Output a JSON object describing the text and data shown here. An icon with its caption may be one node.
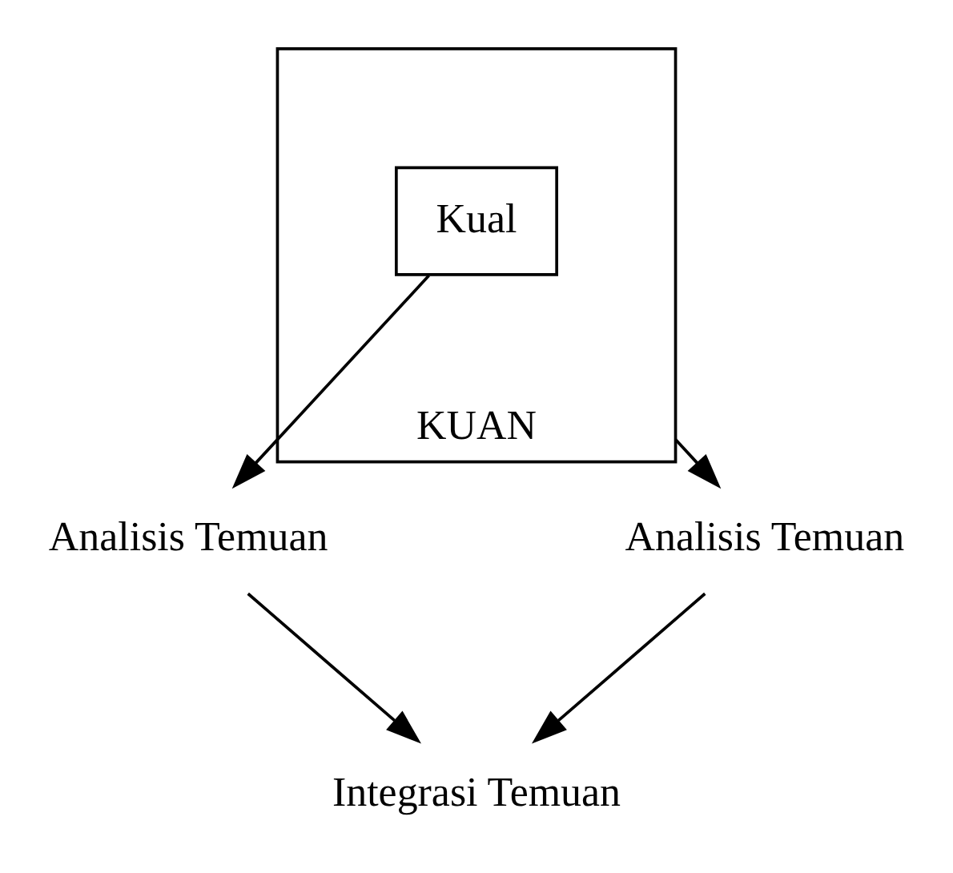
{
  "diagram": {
    "nodes": [
      {
        "text": [
          "KUAN"
        ]
      },
      {
        "text": [
          "Kual"
        ],
        "in": 0
      },
      {
        "text": [
          "Analisis Temuan"
        ]
      },
      {
        "text": [
          "Analisis Temuan"
        ]
      },
      {
        "text": [
          "Integrasi Temuan"
        ]
      }
    ],
    "edges": [
      {
        "from": 1,
        "to": 2,
        "arrow": "to"
      },
      {
        "from": 0,
        "to": 3,
        "arrow": "to"
      },
      {
        "from": 2,
        "to": 4,
        "arrow": "to"
      },
      {
        "from": 3,
        "to": 4,
        "arrow": "to"
      }
    ]
  }
}
